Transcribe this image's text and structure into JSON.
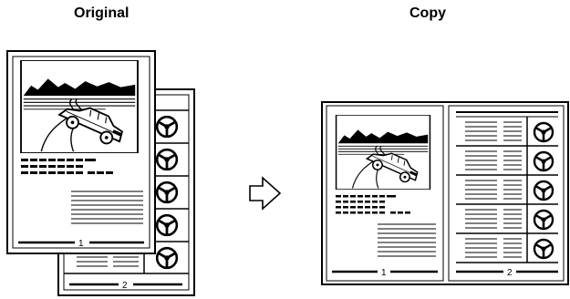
{
  "headers": {
    "original": "Original",
    "copy": "Copy"
  },
  "pages": {
    "original_page_1": "1",
    "original_page_2": "2",
    "copy_left_number": "1",
    "copy_right_number": "2"
  },
  "icons": {
    "arrow": "arrow-right-outline-icon",
    "steering": "steering-wheel-icon",
    "car": "car-on-road-illustration-icon"
  }
}
